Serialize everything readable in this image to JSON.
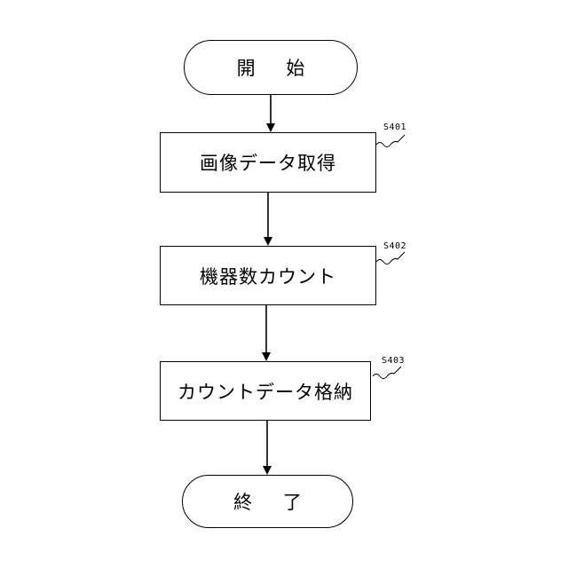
{
  "flowchart": {
    "start": {
      "text": "開 始"
    },
    "steps": [
      {
        "id": "S401",
        "text": "画像データ取得"
      },
      {
        "id": "S402",
        "text": "機器数カウント"
      },
      {
        "id": "S403",
        "text": "カウントデータ格納"
      }
    ],
    "end": {
      "text": "終 了"
    }
  }
}
